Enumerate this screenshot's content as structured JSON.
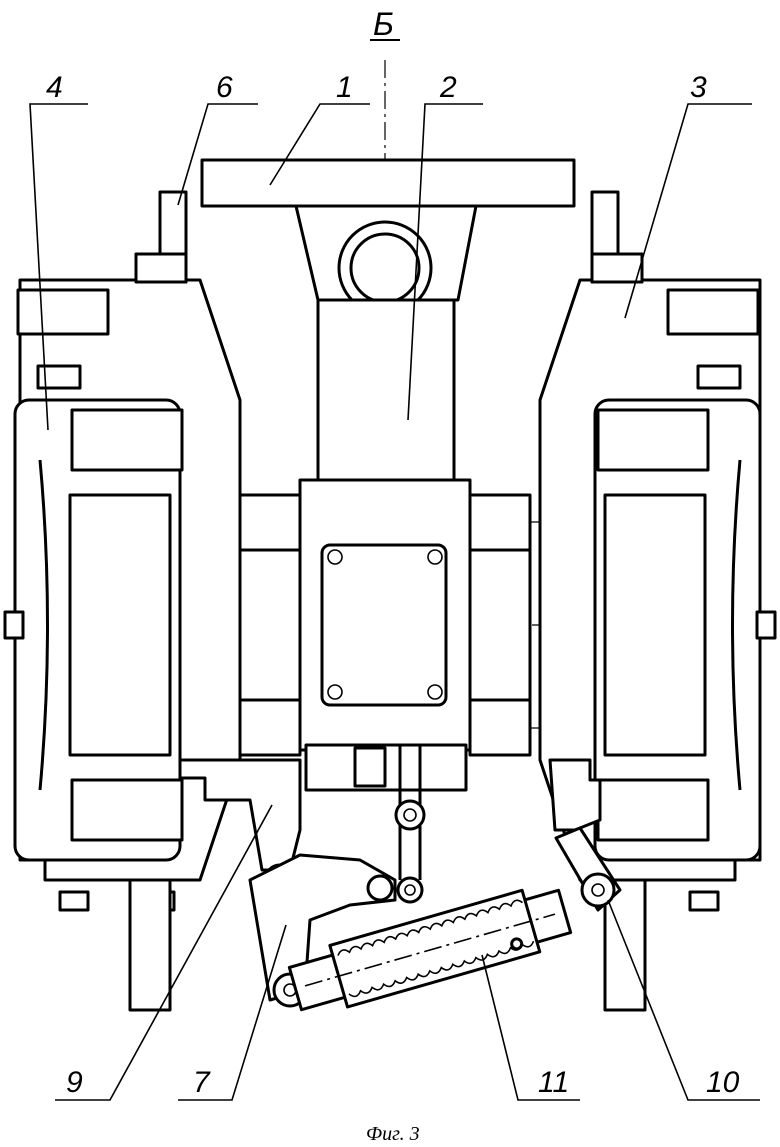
{
  "view_label": "Б",
  "caption": "Фиг. 3",
  "callouts": [
    {
      "id": "1",
      "text": "1"
    },
    {
      "id": "2",
      "text": "2"
    },
    {
      "id": "3",
      "text": "3"
    },
    {
      "id": "4",
      "text": "4"
    },
    {
      "id": "6",
      "text": "6"
    },
    {
      "id": "7",
      "text": "7"
    },
    {
      "id": "9",
      "text": "9"
    },
    {
      "id": "10",
      "text": "10"
    },
    {
      "id": "11",
      "text": "11"
    }
  ],
  "colors": {
    "ink": "#000000",
    "paper": "#ffffff"
  }
}
